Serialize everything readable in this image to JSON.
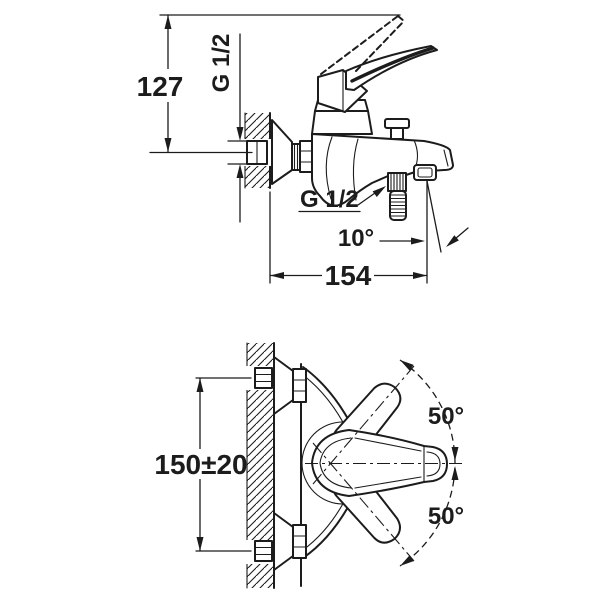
{
  "drawing": {
    "background_color": "#ffffff",
    "line_color": "#1c1c1c",
    "views": {
      "side": {
        "dims": {
          "height": "127",
          "inlet_thread": "G 1/2",
          "shower_thread": "G 1/2",
          "spout_angle": "10°",
          "length": "154"
        }
      },
      "front": {
        "dims": {
          "mount_distance": "150±20",
          "handle_swing_up": "50°",
          "handle_swing_down": "50°"
        }
      }
    }
  }
}
